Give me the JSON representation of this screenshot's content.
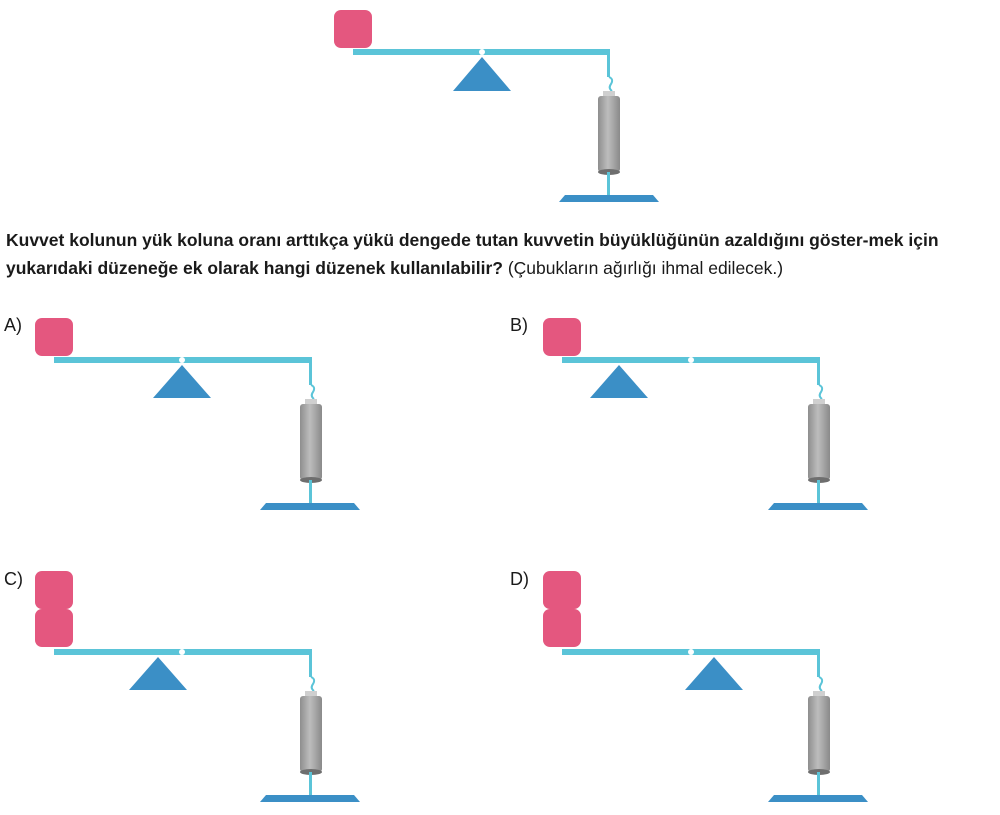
{
  "question": {
    "bold_text": "Kuvvet kolunun yük koluna oranı arttıkça yükü dengede tutan kuvvetin büyüklüğünün azaldığını göster-mek için yukarıdaki düzeneğe ek olarak hangi düzenek kullanılabilir?",
    "note_text": "(Çubukların ağırlığı ihmal edilecek.)"
  },
  "options": [
    {
      "label": "A)",
      "block_count": 1,
      "fulcrum_position": "mid"
    },
    {
      "label": "B)",
      "block_count": 1,
      "fulcrum_position": "left"
    },
    {
      "label": "C)",
      "block_count": 2,
      "fulcrum_position": "left"
    },
    {
      "label": "D)",
      "block_count": 2,
      "fulcrum_position": "right"
    }
  ],
  "reference_setup": {
    "block_count": 1,
    "fulcrum_position": "mid"
  },
  "colors": {
    "bar": "#5bc4d8",
    "fulcrum": "#3b8fc6",
    "block": "#e4577f",
    "spring_body": "#a6a6a6",
    "base": "#3b8fc6"
  }
}
